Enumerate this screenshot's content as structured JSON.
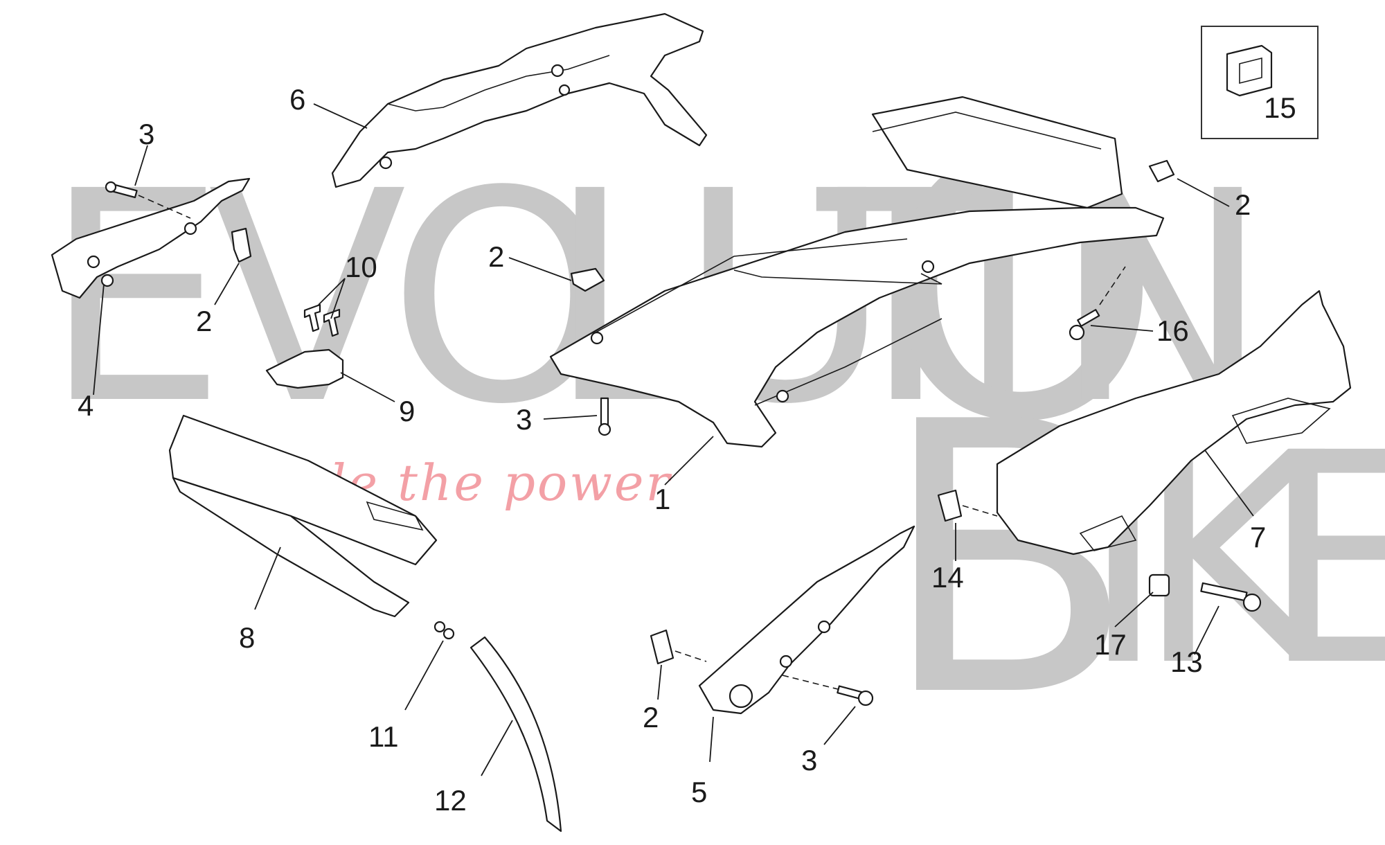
{
  "watermark": {
    "letters": [
      "E",
      "V",
      "O",
      "L",
      "U",
      "T",
      "I",
      "O",
      "N",
      "B",
      "I",
      "K",
      "E"
    ],
    "tagline": "ride the power",
    "color": "#c7c7c7",
    "tagline_color": "#f3a0a6"
  },
  "callouts": {
    "c1": "1",
    "c2a": "2",
    "c2b": "2",
    "c2c": "2",
    "c2d": "2",
    "c3a": "3",
    "c3b": "3",
    "c3c": "3",
    "c4": "4",
    "c5": "5",
    "c6": "6",
    "c7": "7",
    "c8": "8",
    "c9": "9",
    "c10": "10",
    "c11": "11",
    "c12": "12",
    "c13": "13",
    "c14": "14",
    "c15": "15",
    "c16": "16",
    "c17": "17"
  }
}
